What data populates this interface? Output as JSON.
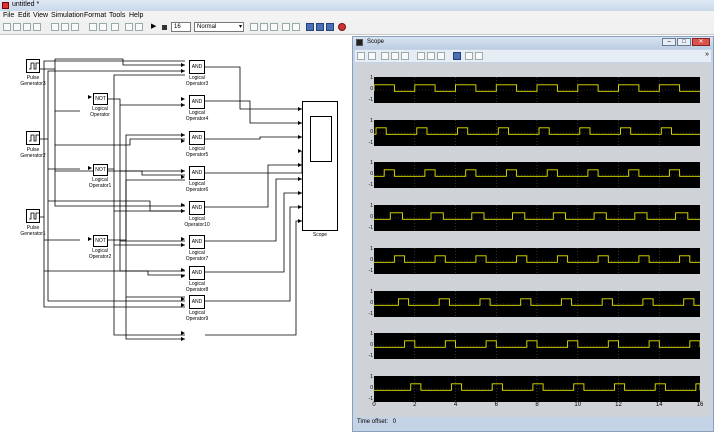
{
  "window": {
    "title": "untitled *"
  },
  "menu": [
    "File",
    "Edit",
    "View",
    "Simulation",
    "Format",
    "Tools",
    "Help"
  ],
  "toolbar": {
    "stop_time": "16",
    "sim_mode": "Normal"
  },
  "blocks": {
    "pulse": [
      {
        "l1": "Pulse",
        "l2": "Generator3"
      },
      {
        "l1": "Pulse",
        "l2": "Generator2"
      },
      {
        "l1": "Pulse",
        "l2": "Generator1"
      }
    ],
    "not": [
      {
        "text": "NOT",
        "l1": "Logical",
        "l2": "Operator"
      },
      {
        "text": "NOT",
        "l1": "Logical",
        "l2": "Operator1"
      },
      {
        "text": "NOT",
        "l1": "Logical",
        "l2": "Operator2"
      }
    ],
    "and": [
      {
        "text": "AND",
        "l1": "Logical",
        "l2": "Operator3"
      },
      {
        "text": "AND",
        "l1": "Logical",
        "l2": "Operator4"
      },
      {
        "text": "AND",
        "l1": "Logical",
        "l2": "Operator5"
      },
      {
        "text": "AND",
        "l1": "Logical",
        "l2": "Operator6"
      },
      {
        "text": "AND",
        "l1": "Logical",
        "l2": "Operator10"
      },
      {
        "text": "AND",
        "l1": "Logical",
        "l2": "Operator7"
      },
      {
        "text": "AND",
        "l1": "Logical",
        "l2": "Operator8"
      },
      {
        "text": "AND",
        "l1": "Logical",
        "l2": "Operator9"
      }
    ],
    "scope_label": "Scope"
  },
  "scope_window": {
    "title": "Scope",
    "time_offset_label": "Time offset:",
    "time_offset_value": "0",
    "ytick_top": "1",
    "ytick_mid": "0",
    "ytick_bot": "-1",
    "xticks": [
      "0",
      "2",
      "4",
      "6",
      "8",
      "10",
      "12",
      "14",
      "16"
    ],
    "trace_color": "#e6e600",
    "channels": [
      {
        "highs": [
          [
            0,
            1
          ],
          [
            2,
            3
          ],
          [
            4,
            5
          ],
          [
            6,
            7
          ],
          [
            8,
            9
          ],
          [
            10,
            11
          ],
          [
            12,
            13
          ],
          [
            14,
            15
          ]
        ]
      },
      {
        "highs": [
          [
            0.1,
            0.6
          ],
          [
            2.1,
            2.6
          ],
          [
            4.1,
            4.6
          ],
          [
            6.1,
            6.6
          ],
          [
            8.1,
            8.6
          ],
          [
            10.1,
            10.6
          ],
          [
            12.1,
            12.6
          ],
          [
            14.1,
            14.6
          ]
        ]
      },
      {
        "highs": [
          [
            0.5,
            1
          ],
          [
            2.5,
            3
          ],
          [
            4.5,
            5
          ],
          [
            6.5,
            7
          ],
          [
            8.5,
            9
          ],
          [
            10.5,
            11
          ],
          [
            12.5,
            13
          ],
          [
            14.5,
            15
          ]
        ]
      },
      {
        "highs": [
          [
            0.8,
            1.4
          ],
          [
            2.8,
            3.4
          ],
          [
            4.8,
            5.4
          ],
          [
            6.8,
            7.4
          ],
          [
            8.8,
            9.4
          ],
          [
            10.8,
            11.4
          ],
          [
            12.8,
            13.4
          ],
          [
            14.8,
            15.4
          ]
        ]
      },
      {
        "highs": [
          [
            1,
            1.5
          ],
          [
            3,
            3.5
          ],
          [
            5,
            5.5
          ],
          [
            7,
            7.5
          ],
          [
            9,
            9.5
          ],
          [
            11,
            11.5
          ],
          [
            13,
            13.5
          ],
          [
            15,
            15.5
          ]
        ]
      },
      {
        "highs": [
          [
            1.2,
            1.7
          ],
          [
            3.2,
            3.7
          ],
          [
            5.2,
            5.7
          ],
          [
            7.2,
            7.7
          ],
          [
            9.2,
            9.7
          ],
          [
            11.2,
            11.7
          ],
          [
            13.2,
            13.7
          ],
          [
            15.2,
            15.7
          ]
        ]
      },
      {
        "highs": [
          [
            1.5,
            2
          ],
          [
            3.5,
            4
          ],
          [
            5.5,
            6
          ],
          [
            7.5,
            8
          ],
          [
            9.5,
            10
          ],
          [
            11.5,
            12
          ],
          [
            13.5,
            14
          ],
          [
            15.5,
            16
          ]
        ]
      },
      {
        "highs": [
          [
            1.8,
            2.3
          ],
          [
            3.8,
            4.3
          ],
          [
            5.8,
            6.3
          ],
          [
            7.8,
            8.3
          ],
          [
            9.8,
            10.3
          ],
          [
            11.8,
            12.3
          ],
          [
            13.8,
            14.3
          ],
          [
            15.8,
            16
          ]
        ]
      }
    ]
  }
}
